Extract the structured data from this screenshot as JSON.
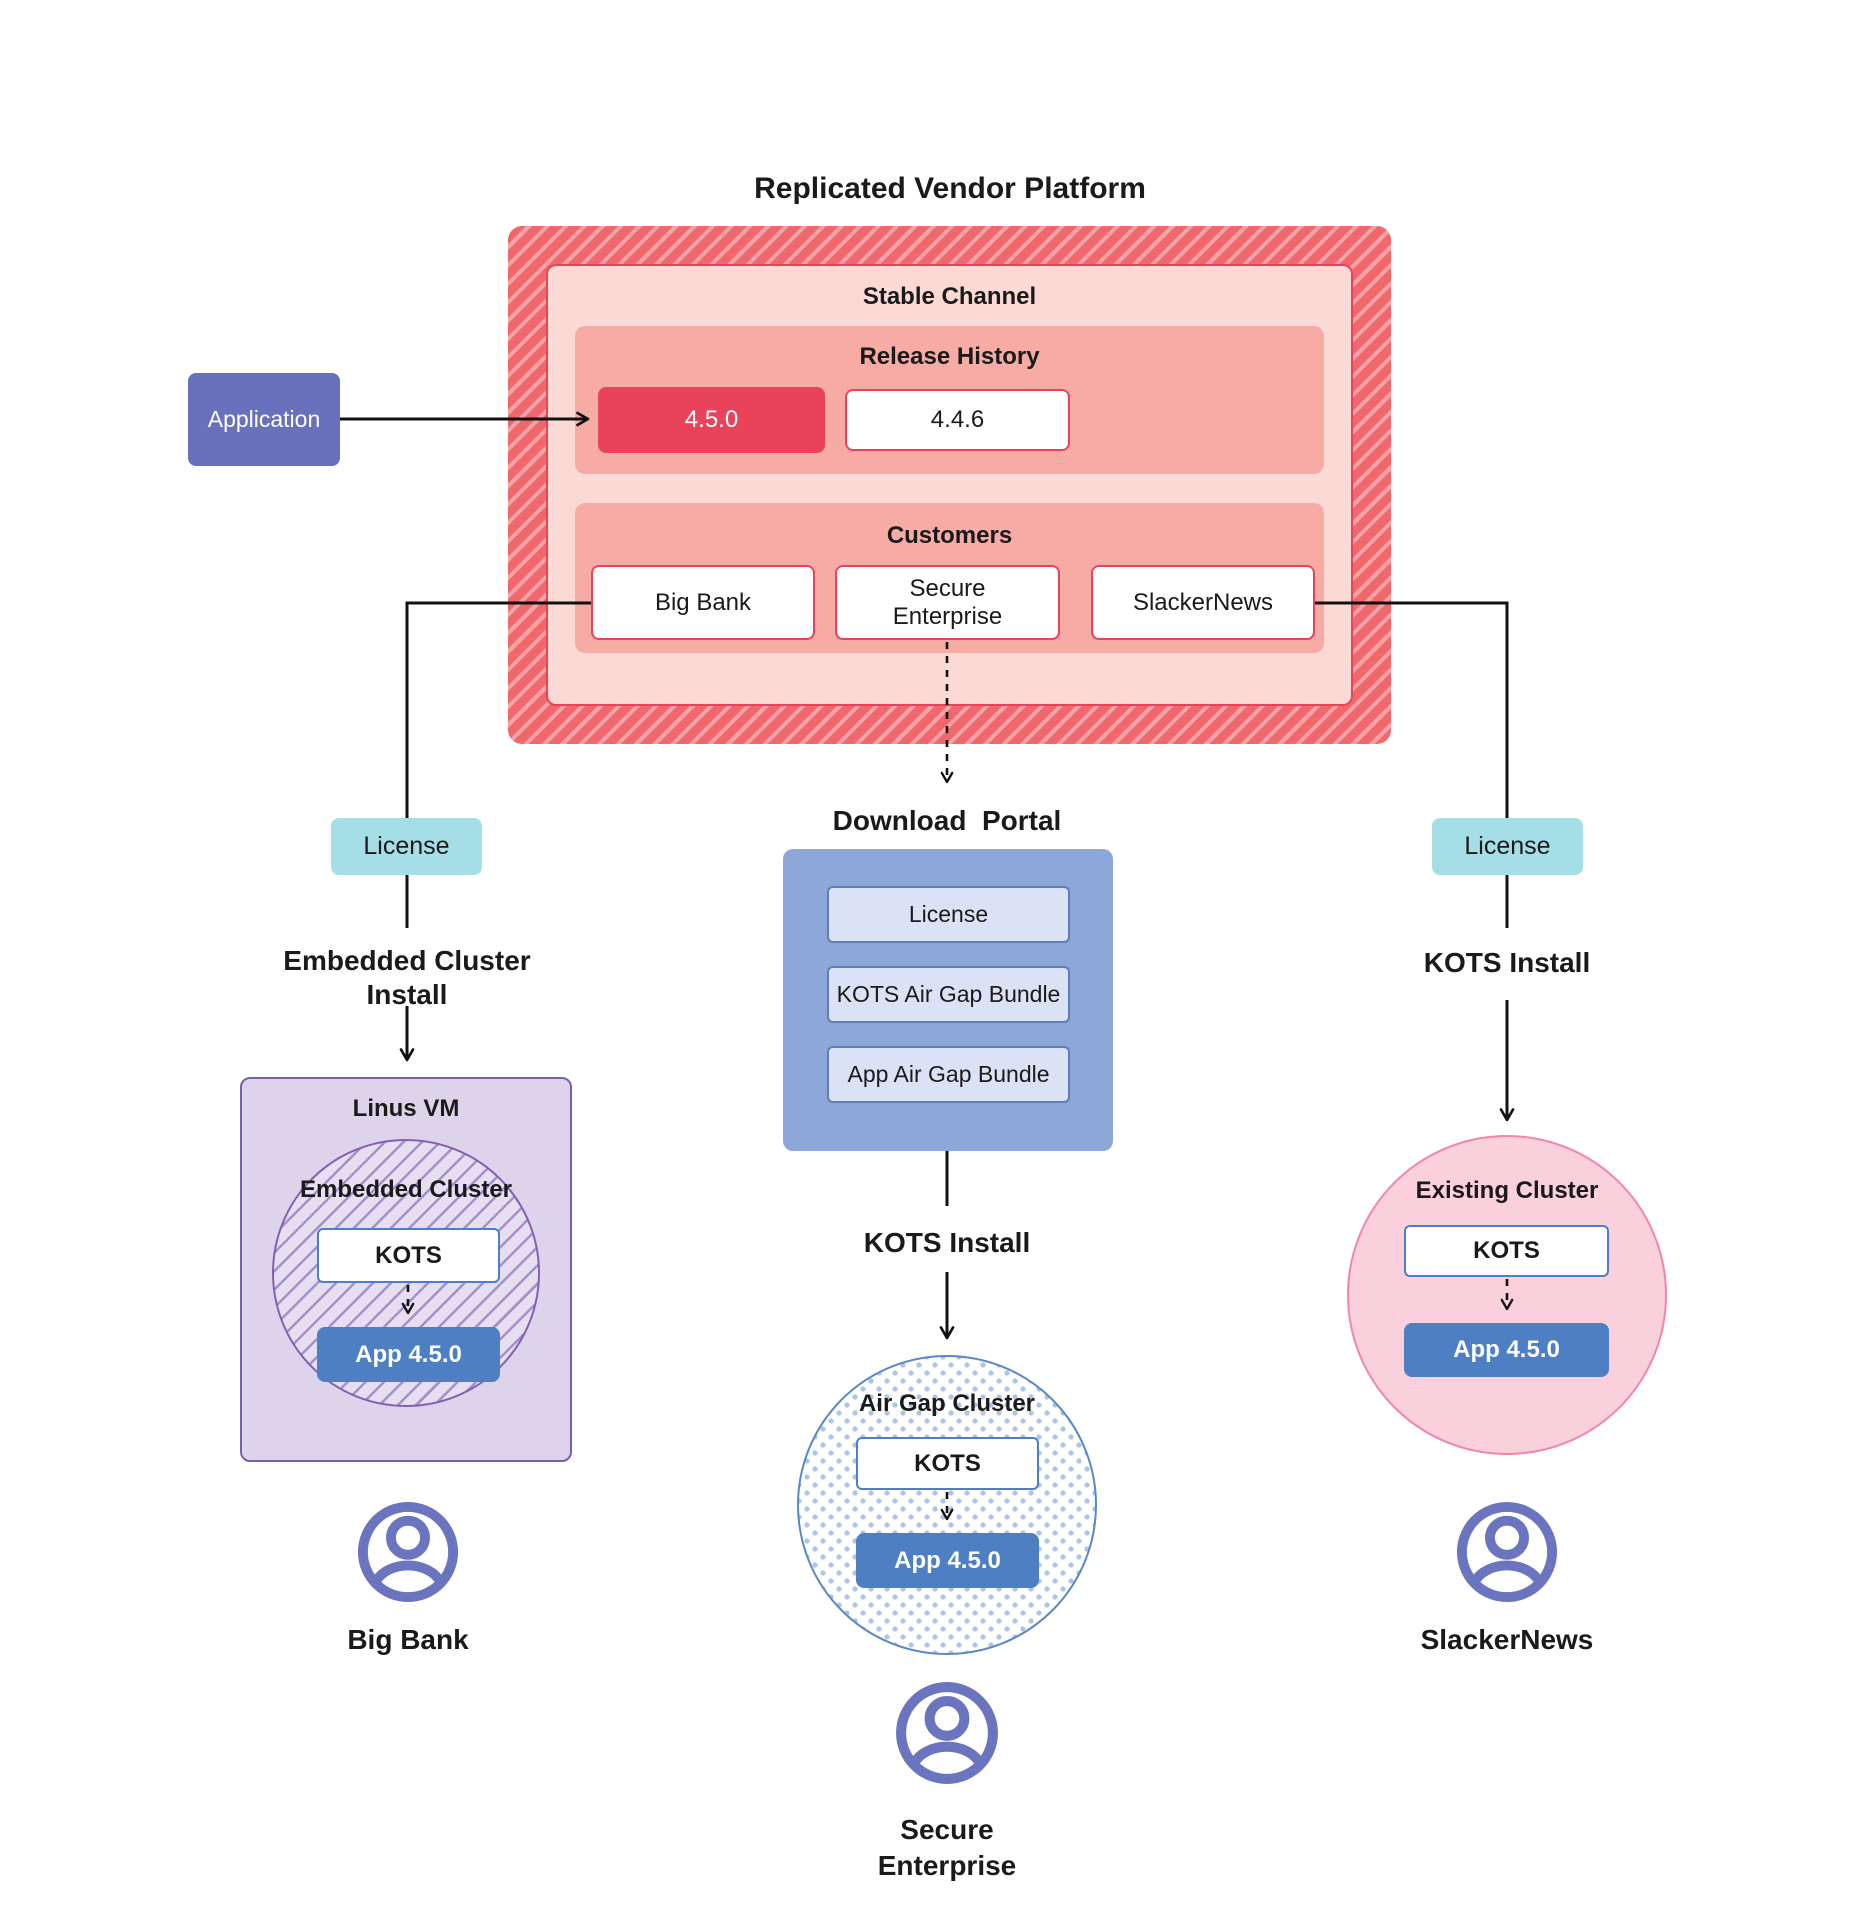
{
  "title": "Replicated Vendor Platform",
  "platform": {
    "stable_channel_label": "Stable Channel",
    "release_history_label": "Release History",
    "releases": {
      "current": "4.5.0",
      "previous": "4.4.6"
    },
    "customers_label": "Customers",
    "customers": [
      "Big Bank",
      "Secure Enterprise",
      "SlackerNews"
    ]
  },
  "application_label": "Application",
  "big_bank_flow": {
    "license_label": "License",
    "install_label": "Embedded Cluster Install",
    "vm_label": "Linus VM",
    "cluster_label": "Embedded Cluster",
    "kots_label": "KOTS",
    "app_label": "App 4.5.0",
    "user_label": "Big Bank"
  },
  "secure_enterprise_flow": {
    "portal_label": "Download  Portal",
    "portal_items": [
      "License",
      "KOTS Air Gap Bundle",
      "App Air Gap Bundle"
    ],
    "install_label": "KOTS Install",
    "cluster_label": "Air Gap Cluster",
    "kots_label": "KOTS",
    "app_label": "App 4.5.0",
    "user_label": "Secure Enterprise"
  },
  "slackernews_flow": {
    "license_label": "License",
    "install_label": "KOTS Install",
    "cluster_label": "Existing Cluster",
    "kots_label": "KOTS",
    "app_label": "App 4.5.0",
    "user_label": "SlackerNews"
  },
  "colors": {
    "channel_hatch_base": "#f1686c",
    "channel_hatch_stripe": "#f7a2a6",
    "stable_channel_bg": "#fbdad6",
    "section_bg": "#f6aba5",
    "release_current_bg": "#e8435a",
    "red_border": "#e8435a",
    "app_blue": "#4d7fc2",
    "portal_bg": "#8ca7d8",
    "portal_item_bg": "#dce2f5",
    "portal_item_border": "#5f7cbb",
    "license_teal": "#a5dee7",
    "application_purple": "#6971bc",
    "vm_bg": "#ddd4ec",
    "vm_border": "#7c5fa9",
    "cluster_bg": "#e6dff2",
    "cluster_hatch": "#a78fc9",
    "cluster_border": "#8660b0",
    "airgap_dot": "#a9c6e9",
    "airgap_border": "#5b87c5",
    "existing_bg": "#f9d0dc",
    "existing_border": "#f286a8",
    "user_icon": "#6b74be",
    "connector": "#111111"
  }
}
